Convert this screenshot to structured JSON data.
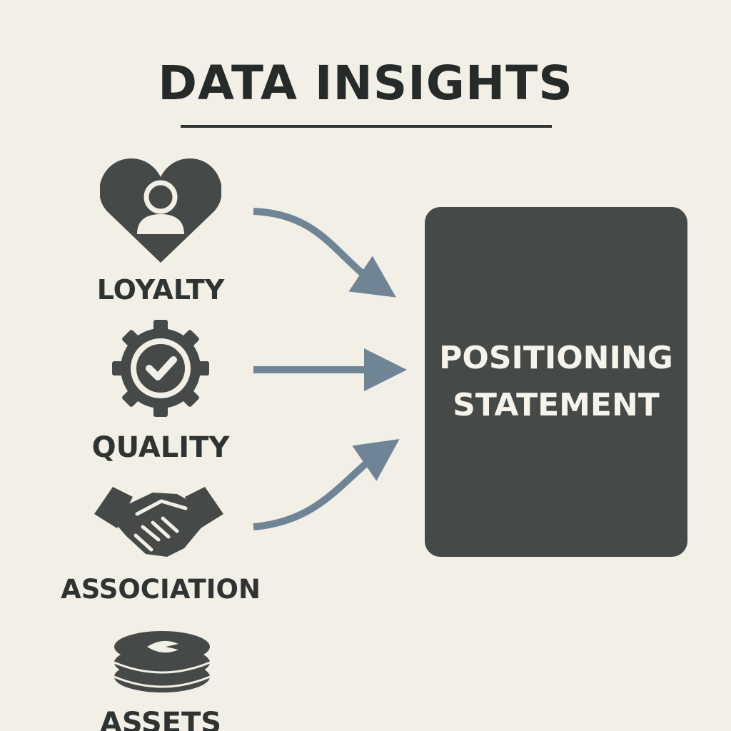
{
  "diagram": {
    "title": "DATA INSIGHTS",
    "inputs": [
      {
        "label": "LOYALTY",
        "icon": "heart-user-icon"
      },
      {
        "label": "QUALITY",
        "icon": "gear-check-icon"
      },
      {
        "label": "ASSOCIATION",
        "icon": "handshake-icon"
      },
      {
        "label": "ASSETS",
        "icon": "coin-stack-icon"
      }
    ],
    "output": {
      "line1": "POSITIONING",
      "line2": "STATEMENT"
    },
    "colors": {
      "background": "#f2efe6",
      "icon": "#454a48",
      "arrow": "#6f8596",
      "box": "#454a48",
      "box_text": "#f5f3ec"
    }
  }
}
